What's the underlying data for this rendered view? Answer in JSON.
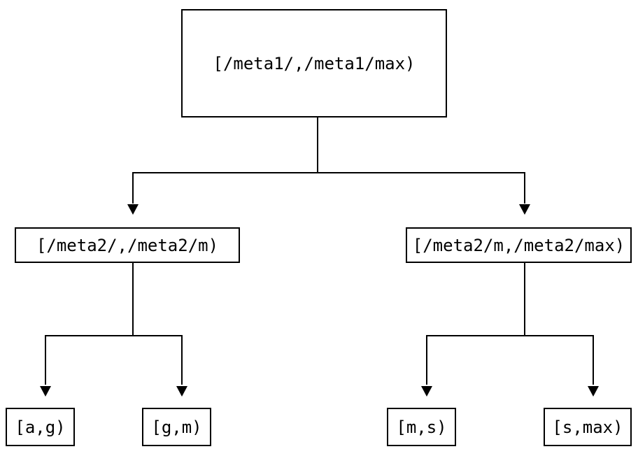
{
  "diagram": {
    "type": "tree",
    "description": "Key-range partition tree",
    "colors": {
      "line": "#000000",
      "text": "#000000",
      "node_fill": "#ffffff",
      "background": "#ffffff"
    },
    "root": {
      "label": "[/meta1/,/meta1/max)",
      "children": [
        {
          "label": "[/meta2/,/meta2/m)",
          "children": [
            {
              "label": "[a,g)"
            },
            {
              "label": "[g,m)"
            }
          ]
        },
        {
          "label": "[/meta2/m,/meta2/max)",
          "children": [
            {
              "label": "[m,s)"
            },
            {
              "label": "[s,max)"
            }
          ]
        }
      ]
    }
  }
}
